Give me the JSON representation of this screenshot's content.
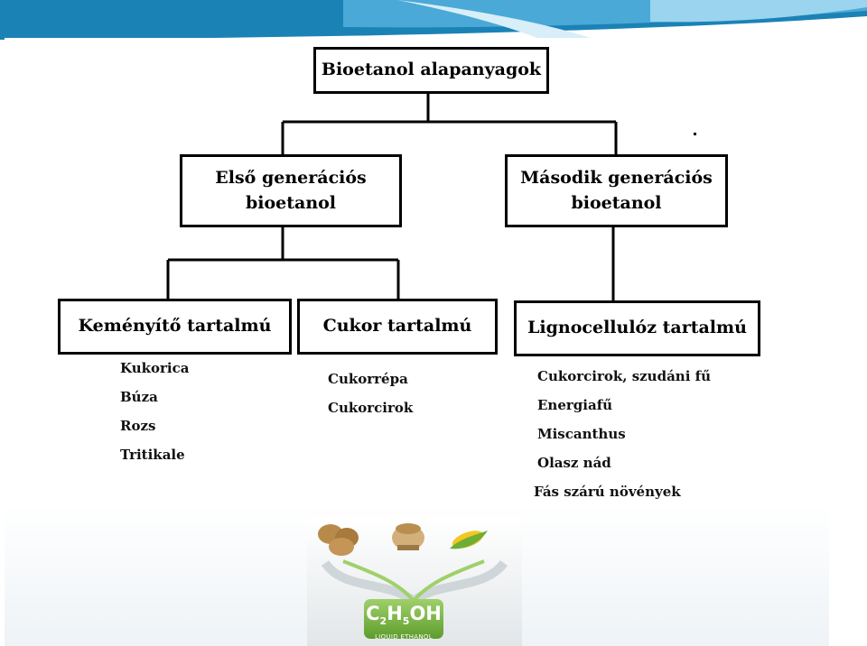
{
  "diagram": {
    "root": "Bioetanol alapanyagok",
    "first_gen": "Első generációs\nbioetanol",
    "second_gen": "Második generációs\nbioetanol",
    "starch": {
      "label": "Keményítő tartalmú",
      "items": [
        "Kukorica",
        "Búza",
        "Rozs",
        "Tritikale"
      ]
    },
    "sugar": {
      "label": "Cukor tartalmú",
      "items": [
        "Cukorrépa",
        "Cukorcirok"
      ]
    },
    "ligno": {
      "label": "Lignocellulóz tartalmú",
      "items": [
        "Cukorcirok, szudáni fű",
        "Energiafű",
        "Miscanthus",
        "Olasz nád",
        "Fás szárú növények"
      ]
    }
  },
  "illustration": {
    "formula": "C₂H₅OH",
    "caption": "LIQUID ETHANOL"
  },
  "colors": {
    "banner_dark": "#1b7fb3",
    "banner_light": "#7cc6e6",
    "formula_green": "#6fae35"
  }
}
